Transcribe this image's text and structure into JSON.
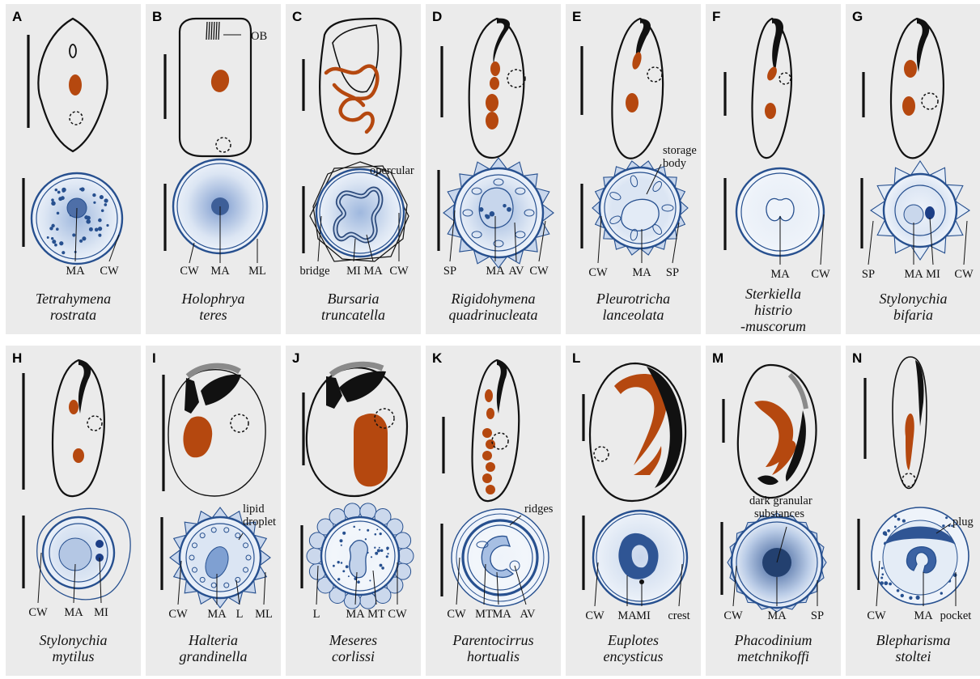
{
  "colors": {
    "panel_bg": "#ebebeb",
    "outline": "#111111",
    "macronucleus": "#b5480f",
    "cyst_blue": "#27508f",
    "cyst_light": "#c8d8ee",
    "oral_grey": "#8a8a8a"
  },
  "panels": [
    {
      "letter": "A",
      "name_line1": "Tetrahymena",
      "name_line2": "rostrata",
      "name_line3": "",
      "labels": [
        "MA",
        "CW"
      ]
    },
    {
      "letter": "B",
      "name_line1": "Holophrya",
      "name_line2": "teres",
      "name_line3": "",
      "labels": [
        "CW",
        "MA",
        "ML",
        "OB"
      ]
    },
    {
      "letter": "C",
      "name_line1": "Bursaria",
      "name_line2": "truncatella",
      "name_line3": "",
      "labels": [
        "bridge",
        "MI",
        "MA",
        "CW",
        "opercular"
      ]
    },
    {
      "letter": "D",
      "name_line1": "Rigidohymena",
      "name_line2": "quadrinucleata",
      "name_line3": "",
      "labels": [
        "SP",
        "MA",
        "AV",
        "CW"
      ]
    },
    {
      "letter": "E",
      "name_line1": "Pleurotricha",
      "name_line2": "lanceolata",
      "name_line3": "",
      "labels": [
        "CW",
        "MA",
        "SP",
        "storage",
        "body"
      ]
    },
    {
      "letter": "F",
      "name_line1": "Sterkiella",
      "name_line2": "histrio",
      "name_line3": "-muscorum",
      "labels": [
        "MA",
        "CW"
      ]
    },
    {
      "letter": "G",
      "name_line1": "Stylonychia",
      "name_line2": "bifaria",
      "name_line3": "",
      "labels": [
        "SP",
        "MA",
        "MI",
        "CW"
      ]
    },
    {
      "letter": "H",
      "name_line1": "Stylonychia",
      "name_line2": "mytilus",
      "name_line3": "",
      "labels": [
        "CW",
        "MA",
        "MI"
      ]
    },
    {
      "letter": "I",
      "name_line1": "Halteria",
      "name_line2": "grandinella",
      "name_line3": "",
      "labels": [
        "CW",
        "MA",
        "L",
        "ML",
        "lipid",
        "droplet"
      ]
    },
    {
      "letter": "J",
      "name_line1": "Meseres",
      "name_line2": "corlissi",
      "name_line3": "",
      "labels": [
        "L",
        "MA",
        "MT",
        "CW"
      ]
    },
    {
      "letter": "K",
      "name_line1": "Parentocirrus",
      "name_line2": "hortualis",
      "name_line3": "",
      "labels": [
        "CW",
        "MT",
        "MA",
        "AV",
        "ridges"
      ]
    },
    {
      "letter": "L",
      "name_line1": "Euplotes",
      "name_line2": "encysticus",
      "name_line3": "",
      "labels": [
        "CW",
        "MA",
        "MI",
        "crest"
      ]
    },
    {
      "letter": "M",
      "name_line1": "Phacodinium",
      "name_line2": "metchnikoffi",
      "name_line3": "",
      "labels": [
        "CW",
        "MA",
        "SP",
        "dark granular",
        "substances"
      ]
    },
    {
      "letter": "N",
      "name_line1": "Blepharisma",
      "name_line2": "stoltei",
      "name_line3": "",
      "labels": [
        "CW",
        "MA",
        "pocket",
        "plug"
      ]
    }
  ]
}
